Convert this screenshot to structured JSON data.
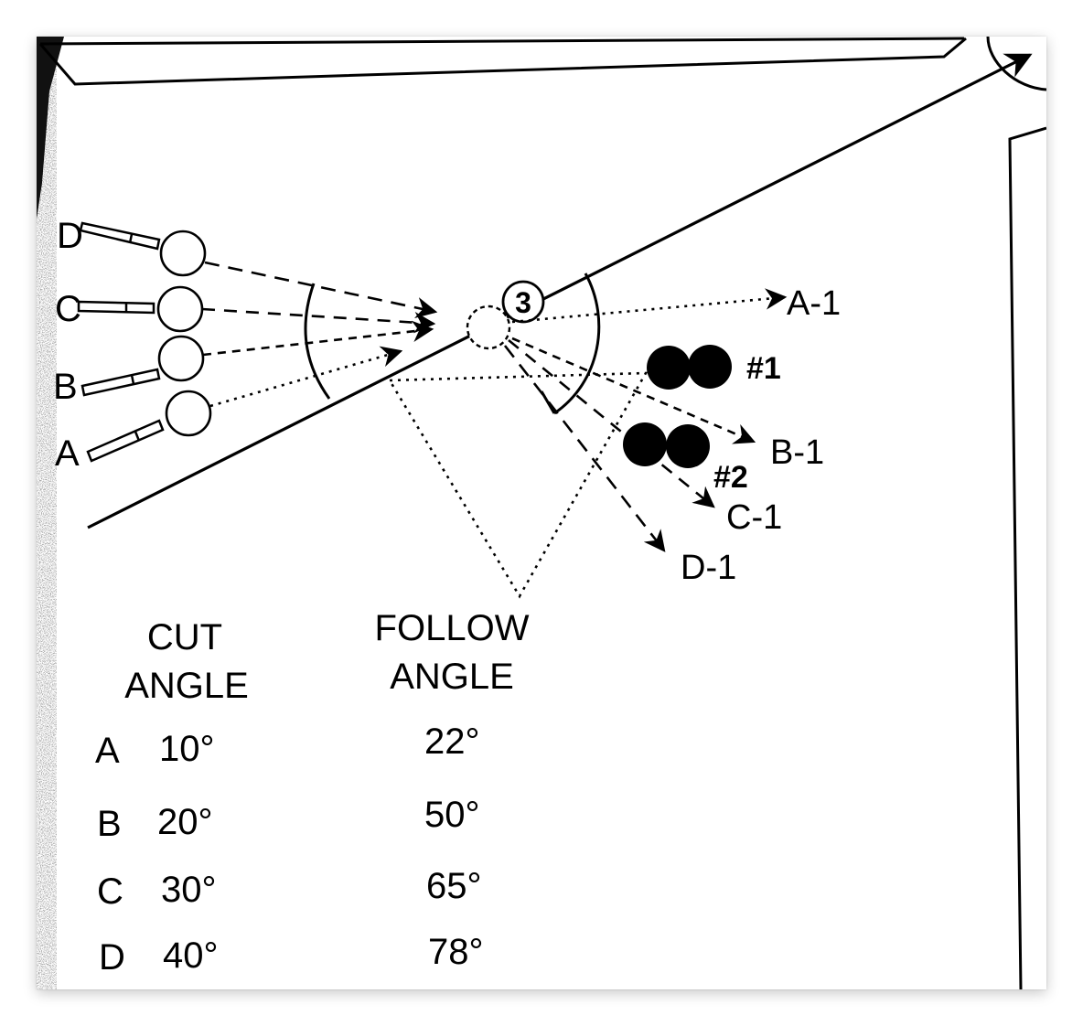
{
  "shots": [
    {
      "letter": "D",
      "result": "D-1"
    },
    {
      "letter": "C",
      "result": "C-1"
    },
    {
      "letter": "B",
      "result": "B-1"
    },
    {
      "letter": "A",
      "result": "A-1"
    }
  ],
  "object_ball": {
    "number": "3"
  },
  "blockers": [
    {
      "label": "#1"
    },
    {
      "label": "#2"
    }
  ],
  "table_headers": {
    "cut_line1": "CUT",
    "cut_line2": "ANGLE",
    "follow_line1": "FOLLOW",
    "follow_line2": "ANGLE"
  },
  "rows": [
    {
      "letter": "A",
      "cut": "10°",
      "follow": "22°"
    },
    {
      "letter": "B",
      "cut": "20°",
      "follow": "50°"
    },
    {
      "letter": "C",
      "cut": "30°",
      "follow": "65°"
    },
    {
      "letter": "D",
      "cut": "40°",
      "follow": "78°"
    }
  ],
  "colors": {
    "ink": "#000000",
    "paper": "#ffffff"
  },
  "icons": {
    "cue_stick": "cue-stick-icon",
    "cue_ball": "cue-ball-icon",
    "arrowhead": "arrowhead-icon"
  }
}
